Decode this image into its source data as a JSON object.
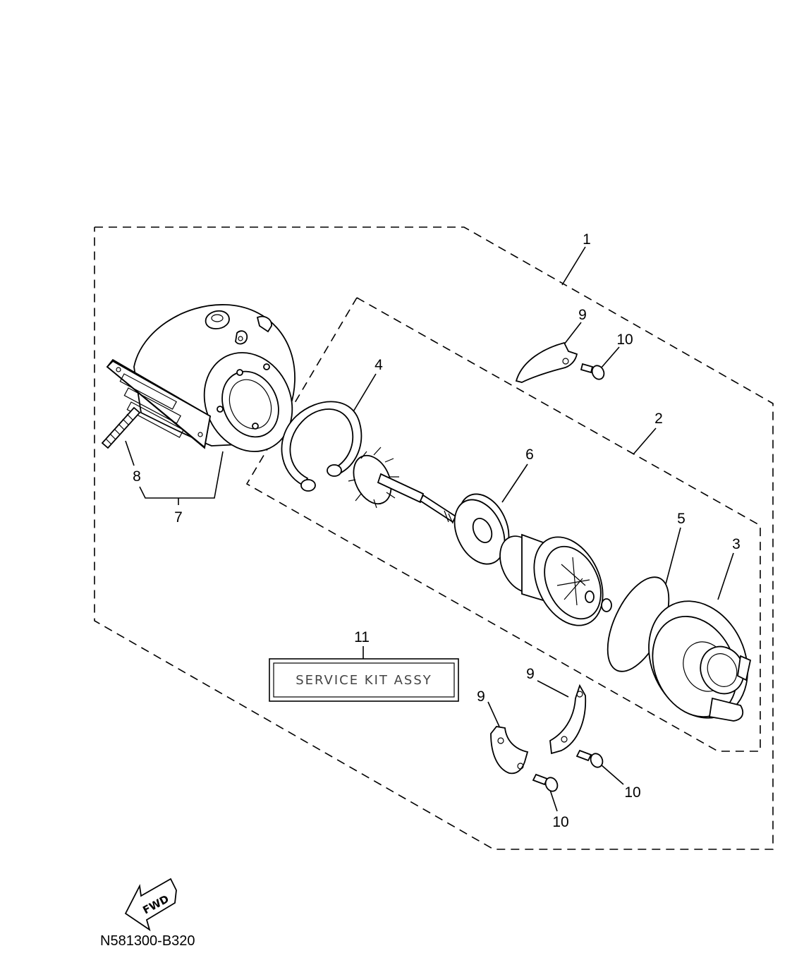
{
  "callouts": {
    "p1": "1",
    "p2": "2",
    "p3": "3",
    "p4": "4",
    "p5": "5",
    "p6": "6",
    "p7": "7",
    "p8": "8",
    "p9a": "9",
    "p9b": "9",
    "p9c": "9",
    "p10a": "10",
    "p10b": "10",
    "p10c": "10",
    "p11": "11"
  },
  "service_kit_label": "SERVICE KIT ASSY",
  "fwd_label": "FWD",
  "diagram_code": "N581300-B320"
}
